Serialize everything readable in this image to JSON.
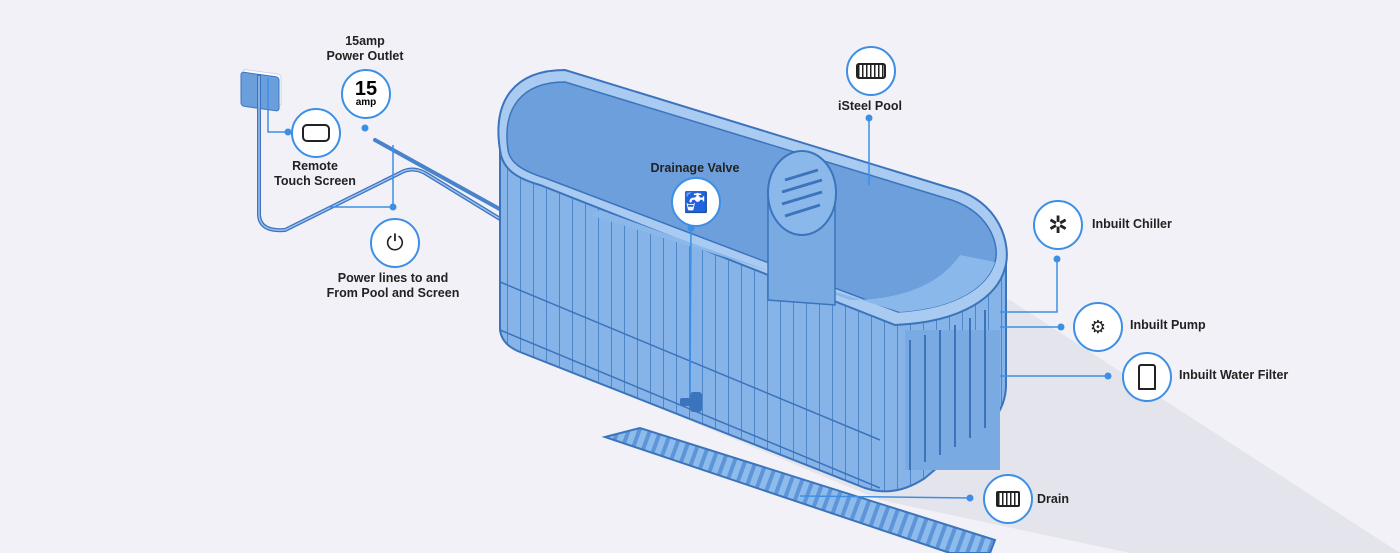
{
  "labels": {
    "power_outlet": [
      "15amp",
      "Power Outlet"
    ],
    "outlet_icon_number": "15",
    "outlet_icon_unit": "amp",
    "remote": [
      "Remote",
      "Touch Screen"
    ],
    "power_lines": [
      "Power lines to and",
      "From Pool and Screen"
    ],
    "isteel": "iSteel Pool",
    "drainage_valve": "Drainage Valve",
    "chiller": "Inbuilt Chiller",
    "pump": "Inbuilt Pump",
    "filter": "Inbuilt Water Filter",
    "drain": "Drain"
  },
  "colors": {
    "accent": "#3d8fe6",
    "tub": "#7fb0e6",
    "tub_dark": "#5a8fd0",
    "background": "#f1f1f7"
  }
}
